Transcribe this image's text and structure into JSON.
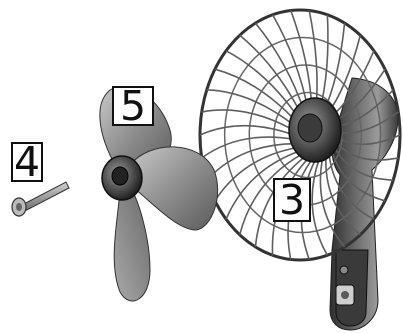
{
  "callouts": {
    "screw": "4",
    "blade": "5",
    "guard": "3"
  },
  "colors": {
    "metal_dark": "#3c3c3c",
    "metal_mid": "#7a7a7a",
    "metal_light": "#bdbdbd",
    "outline": "#111111",
    "background": "#ffffff"
  },
  "icons": {
    "screw": "screw-icon",
    "blade": "fan-blade-icon",
    "guard": "fan-guard-icon",
    "base": "fan-base-icon"
  }
}
